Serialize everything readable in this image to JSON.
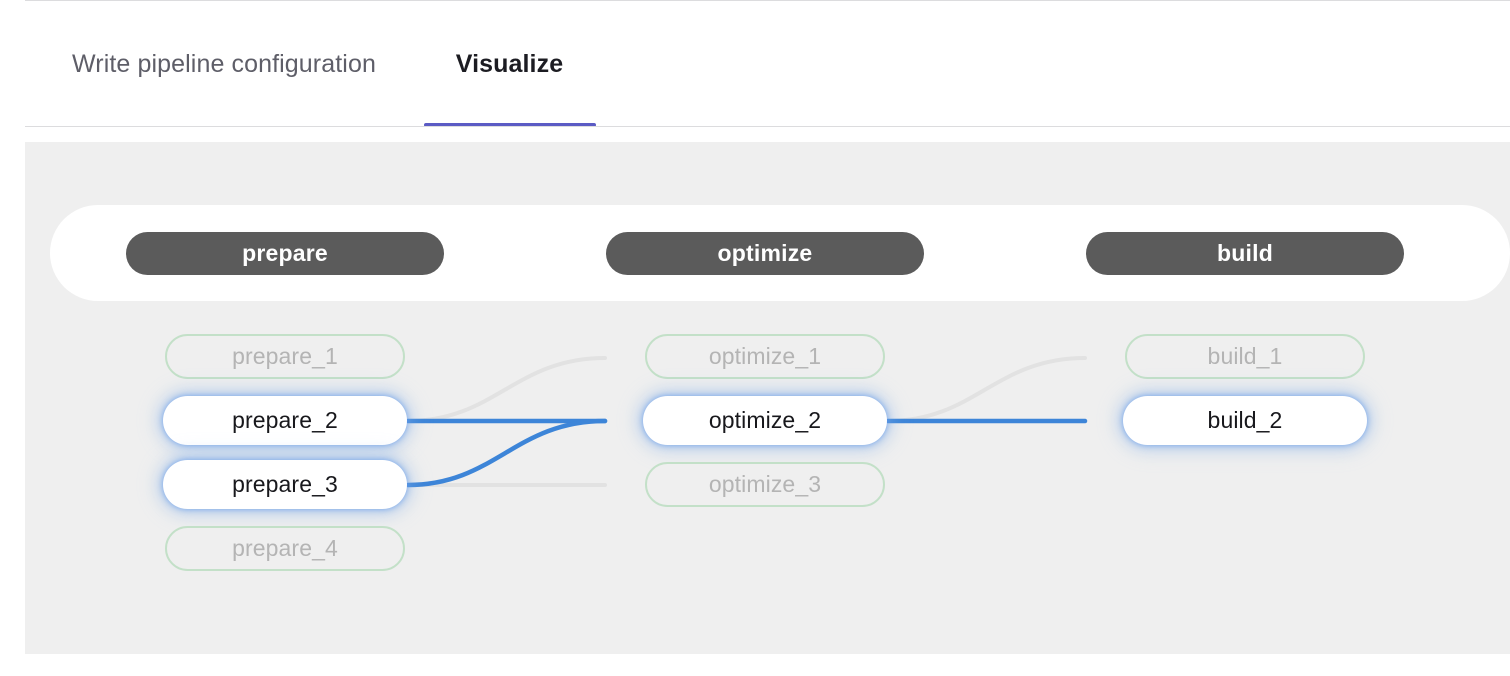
{
  "tabs": [
    {
      "id": "write",
      "label": "Write pipeline configuration",
      "active": false
    },
    {
      "id": "visualize",
      "label": "Visualize",
      "active": true
    }
  ],
  "colors": {
    "canvas_background": "#efefef",
    "page_background": "#ffffff",
    "stage_pill_background": "#5b5b5b",
    "stage_pill_text": "#ffffff",
    "active_tab_indicator": "#5b5bc4",
    "active_tab_text": "#1c1c22",
    "inactive_tab_text": "#5e5e68",
    "node_dim_border": "#c3e0c8",
    "node_dim_text": "#b4b4b4",
    "node_active_text": "#18181c",
    "node_active_glow": "#5c96e8",
    "edge_active": "#3d85d8",
    "edge_dim": "#e2e2e2"
  },
  "graph": {
    "stages": [
      {
        "id": "prepare",
        "label": "prepare"
      },
      {
        "id": "optimize",
        "label": "optimize"
      },
      {
        "id": "build",
        "label": "build"
      }
    ],
    "columns": [
      {
        "stage": "prepare",
        "nodes": [
          {
            "id": "prepare_1",
            "label": "prepare_1",
            "state": "dim"
          },
          {
            "id": "prepare_2",
            "label": "prepare_2",
            "state": "active"
          },
          {
            "id": "prepare_3",
            "label": "prepare_3",
            "state": "active"
          },
          {
            "id": "prepare_4",
            "label": "prepare_4",
            "state": "dim"
          }
        ]
      },
      {
        "stage": "optimize",
        "nodes": [
          {
            "id": "optimize_1",
            "label": "optimize_1",
            "state": "dim"
          },
          {
            "id": "optimize_2",
            "label": "optimize_2",
            "state": "active"
          },
          {
            "id": "optimize_3",
            "label": "optimize_3",
            "state": "dim"
          }
        ]
      },
      {
        "stage": "build",
        "nodes": [
          {
            "id": "build_1",
            "label": "build_1",
            "state": "dim"
          },
          {
            "id": "build_2",
            "label": "build_2",
            "state": "active"
          }
        ]
      }
    ],
    "edges": [
      {
        "id": "prepare_2-optimize_1",
        "from": "prepare_2",
        "to": "optimize_1",
        "state": "dim"
      },
      {
        "id": "prepare_2-optimize_2",
        "from": "prepare_2",
        "to": "optimize_2",
        "state": "active"
      },
      {
        "id": "prepare_3-optimize_2",
        "from": "prepare_3",
        "to": "optimize_2",
        "state": "active"
      },
      {
        "id": "prepare_3-optimize_3",
        "from": "prepare_3",
        "to": "optimize_3",
        "state": "dim"
      },
      {
        "id": "optimize_2-build_1",
        "from": "optimize_2",
        "to": "build_1",
        "state": "dim"
      },
      {
        "id": "optimize_2-build_2",
        "from": "optimize_2",
        "to": "build_2",
        "state": "active"
      }
    ]
  }
}
